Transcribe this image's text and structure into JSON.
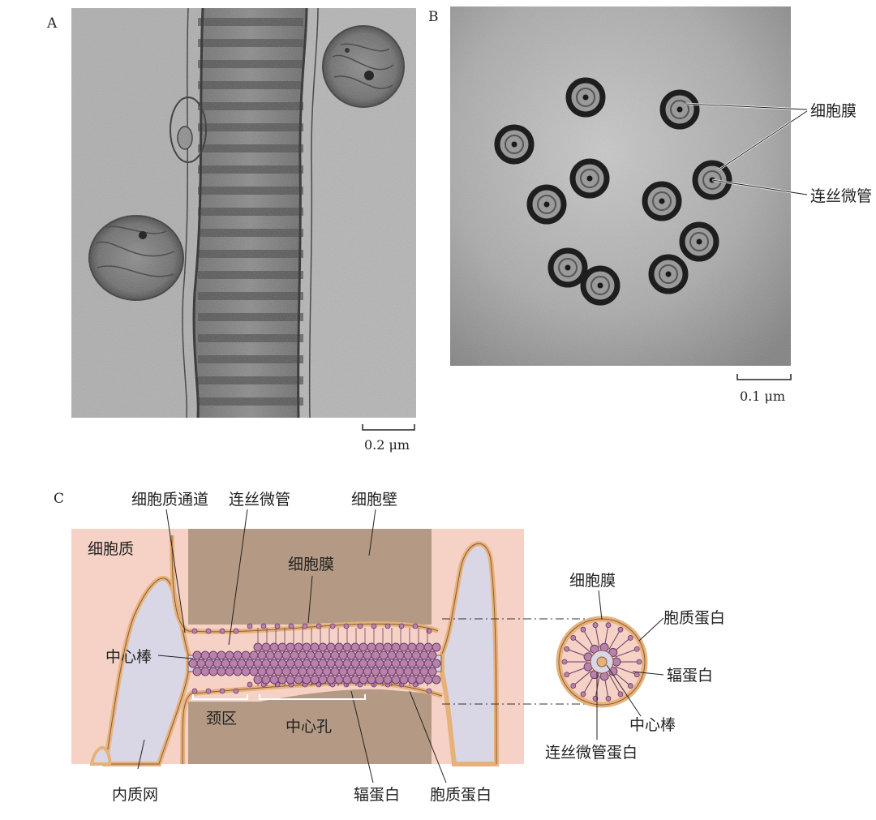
{
  "panel_a": {
    "letter": "A",
    "scale": "0.2 μm"
  },
  "panel_b": {
    "letter": "B",
    "scale": "0.1 μm",
    "label_membrane": "细胞膜",
    "label_microtubule": "连丝微管"
  },
  "panel_c": {
    "letter": "C",
    "label_channel": "细胞质通道",
    "label_microtubule": "连丝微管",
    "label_wall": "细胞壁",
    "label_cytoplasm": "细胞质",
    "label_membrane": "细胞膜",
    "label_rod": "中心棒",
    "label_neck": "颈区",
    "label_cavity": "中心孔",
    "label_er": "内质网",
    "label_spoke": "辐蛋白",
    "label_cyto_protein": "胞质蛋白"
  },
  "cross_section": {
    "label_membrane": "细胞膜",
    "label_cyto_protein": "胞质蛋白",
    "label_spoke": "辐蛋白",
    "label_rod": "中心棒",
    "label_microtubule_protein": "连丝微管蛋白"
  },
  "colors": {
    "cytoplasm_bg": "#f6d2c6",
    "cell_wall": "#b49a84",
    "er_fill": "#d9d7e6",
    "membrane": "#e7b27a",
    "membrane_edge": "#8a5a3a",
    "particle": "#b982ad",
    "particle_dark": "#6a3c64"
  }
}
